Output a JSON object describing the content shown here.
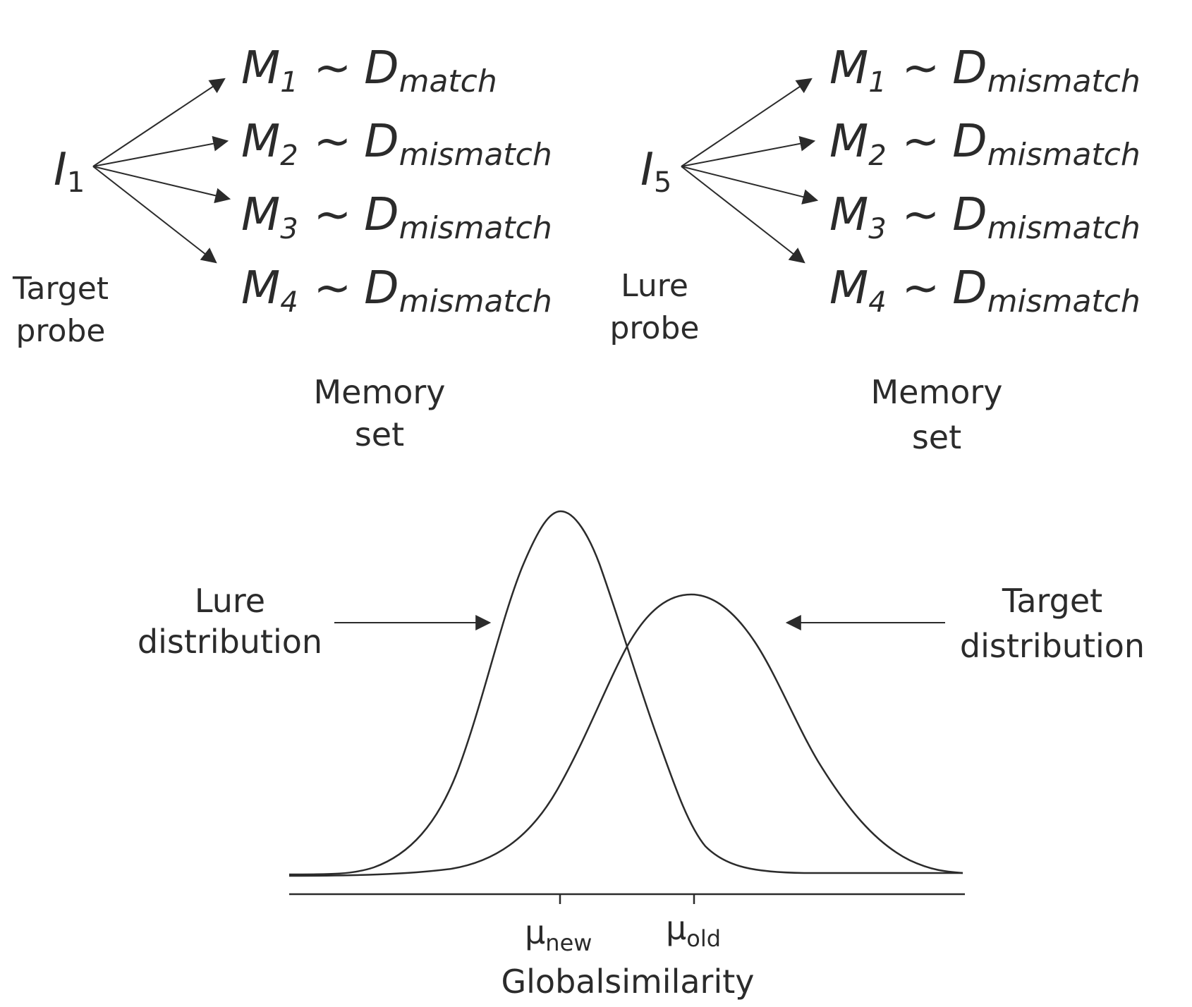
{
  "left_panel": {
    "probe_symbol": "I",
    "probe_index": "1",
    "probe_label_line1": "Target",
    "probe_label_line2": "probe",
    "memory_label_line1": "Memory",
    "memory_label_line2": "set",
    "items": [
      {
        "symbol": "M",
        "index": "1",
        "tilde": "~",
        "dist": "D",
        "dist_sub": "match"
      },
      {
        "symbol": "M",
        "index": "2",
        "tilde": "~",
        "dist": "D",
        "dist_sub": "mismatch"
      },
      {
        "symbol": "M",
        "index": "3",
        "tilde": "~",
        "dist": "D",
        "dist_sub": "mismatch"
      },
      {
        "symbol": "M",
        "index": "4",
        "tilde": "~",
        "dist": "D",
        "dist_sub": "mismatch"
      }
    ]
  },
  "right_panel": {
    "probe_symbol": "I",
    "probe_index": "5",
    "probe_label_line1": "Lure",
    "probe_label_line2": "probe",
    "memory_label_line1": "Memory",
    "memory_label_line2": "set",
    "items": [
      {
        "symbol": "M",
        "index": "1",
        "tilde": "~",
        "dist": "D",
        "dist_sub": "mismatch"
      },
      {
        "symbol": "M",
        "index": "2",
        "tilde": "~",
        "dist": "D",
        "dist_sub": "mismatch"
      },
      {
        "symbol": "M",
        "index": "3",
        "tilde": "~",
        "dist": "D",
        "dist_sub": "mismatch"
      },
      {
        "symbol": "M",
        "index": "4",
        "tilde": "~",
        "dist": "D",
        "dist_sub": "mismatch"
      }
    ]
  },
  "distribution_plot": {
    "lure_label_line1": "Lure",
    "lure_label_line2": "distribution",
    "target_label_line1": "Target",
    "target_label_line2": "distribution",
    "tick_new_symbol": "μ",
    "tick_new_sub": "new",
    "tick_old_symbol": "μ",
    "tick_old_sub": "old",
    "axis_label": "Globalsimilarity"
  },
  "colors": {
    "ink": "#2b2b2b",
    "background": "#ffffff"
  }
}
